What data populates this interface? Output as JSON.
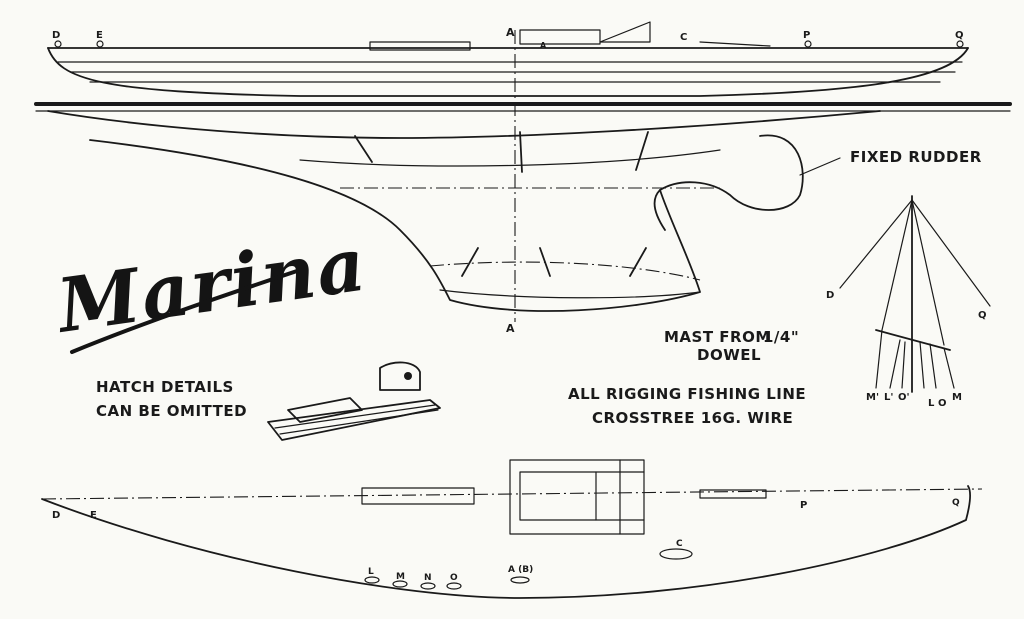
{
  "title": "Marina",
  "notes": {
    "fixed_rudder": "FIXED RUDDER",
    "mast_line1": "MAST FROM",
    "mast_fraction": "1/4\"",
    "mast_line2": "DOWEL",
    "rigging_line1": "ALL RIGGING FISHING LINE",
    "rigging_line2": "CROSSTREE 16G. WIRE",
    "hatch_line1": "HATCH DETAILS",
    "hatch_line2": "CAN BE OMITTED"
  },
  "profile_labels": {
    "d": "D",
    "e": "E",
    "a_top": "A",
    "a_small": "A",
    "c": "C",
    "p": "P",
    "q": "Q",
    "a_bottom": "A"
  },
  "rig_labels": {
    "d": "D",
    "q": "Q",
    "m_prime": "M'",
    "l_prime": "L'",
    "o_prime": "O'",
    "l": "L",
    "o": "O",
    "m": "M"
  },
  "plan_labels": {
    "d": "D",
    "e": "E",
    "p": "P",
    "q": "Q",
    "c": "C",
    "l": "L",
    "m": "M",
    "n": "N",
    "o": "O",
    "a_b": "A (B)"
  }
}
